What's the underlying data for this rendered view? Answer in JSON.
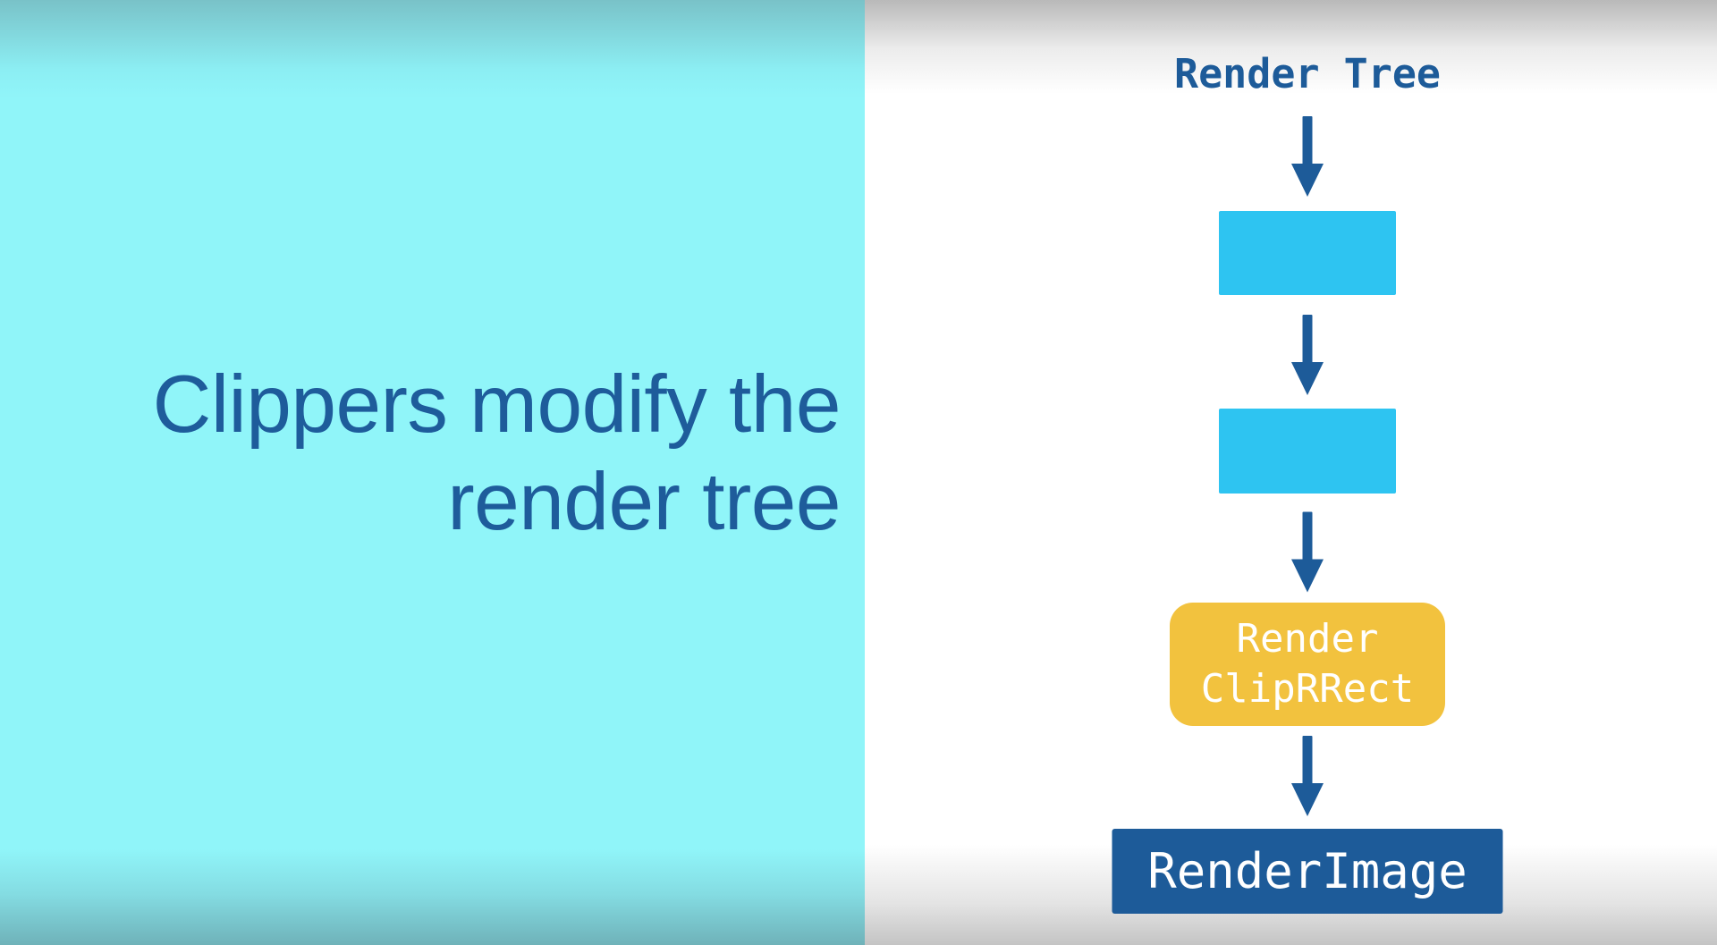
{
  "slide": {
    "left_panel": {
      "title_line1": "Clippers modify the",
      "title_line2": "render tree"
    },
    "diagram": {
      "title": "Render Tree",
      "node1": {
        "label": ""
      },
      "node2": {
        "label": ""
      },
      "clip_node": {
        "label_line1": "Render",
        "label_line2": "ClipRRect"
      },
      "image_node": {
        "label": "RenderImage"
      }
    }
  },
  "colors": {
    "panel_cyan": "#90F5F9",
    "panel_white": "#FFFFFF",
    "title_blue": "#1E5C9B",
    "diagram_blue": "#1D5B99",
    "node_light_blue": "#2EC4F1",
    "clip_amber": "#F2C23E",
    "label_white": "#FFFFFF"
  }
}
